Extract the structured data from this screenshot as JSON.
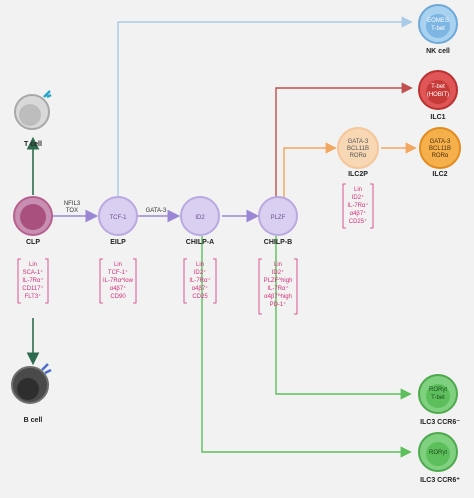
{
  "cells": {
    "clp": {
      "label": "CLP",
      "markers": [
        "Lin",
        "SCA-1⁺",
        "IL-7Rα⁺",
        "CD117⁺",
        "FLT3⁺"
      ]
    },
    "tcell": {
      "label": "T cell"
    },
    "bcell": {
      "label": "B cell"
    },
    "eilp": {
      "label": "EILP",
      "gene": "TCF-1",
      "markers": [
        "Lin",
        "TCF-1⁺",
        "IL-7Rα^low",
        "α4β7⁺",
        "CD90"
      ]
    },
    "chilpa": {
      "label": "CHILP-A",
      "gene": "ID2",
      "markers": [
        "Lin",
        "ID2⁺",
        "IL-7Rα⁺",
        "α4β7⁺",
        "CD25"
      ]
    },
    "chilpb": {
      "label": "CHILP-B",
      "gene": "PLZF",
      "markers": [
        "Lin",
        "ID2⁺",
        "PLZF^high",
        "IL-7Rα⁺",
        "α4β7^high",
        "PD-1⁺"
      ]
    },
    "ilc2p": {
      "label": "ILC2P",
      "genes": [
        "GATA-3",
        "BCL11B",
        "RORα"
      ],
      "markers": [
        "Lin",
        "ID2⁺",
        "IL-7Rα⁺",
        "α4β7⁺",
        "CD25⁺"
      ]
    },
    "nk": {
      "label": "NK cell",
      "genes": [
        "EOMES",
        "T-bet"
      ]
    },
    "ilc1": {
      "label": "ILC1",
      "genes": [
        "T-bet",
        "(HOBIT)"
      ]
    },
    "ilc2": {
      "label": "ILC2",
      "genes": [
        "GATA-3",
        "BCL11B",
        "RORα"
      ]
    },
    "ilc3ccr6neg": {
      "label": "ILC3 CCR6⁻",
      "genes": [
        "RORγt",
        "T-bet"
      ]
    },
    "ilc3ccr6pos": {
      "label": "ILC3 CCR6⁺",
      "genes": [
        "RORγt"
      ]
    }
  },
  "edges": {
    "clp_eilp": [
      "NFIL3",
      "TOX"
    ],
    "eilp_chilpa": "GATA-3"
  },
  "colors": {
    "clp": "#b5608e",
    "progenitor": "#b9a9e0",
    "nk": "#8cc3ea",
    "ilc1": "#d63c3c",
    "ilc2": "#f2a23a",
    "ilc2p": "#f5c699",
    "ilc3": "#5dbf68",
    "tcell": "#cfcfcf",
    "bcell": "#5a5a5a",
    "arrow_main": "#9b86d6",
    "arrow_dark": "#2e6b4e",
    "arrow_blue": "#a9cbe8",
    "arrow_red": "#c0504d",
    "arrow_orange": "#f2a65e",
    "arrow_green": "#5cbf5c"
  }
}
